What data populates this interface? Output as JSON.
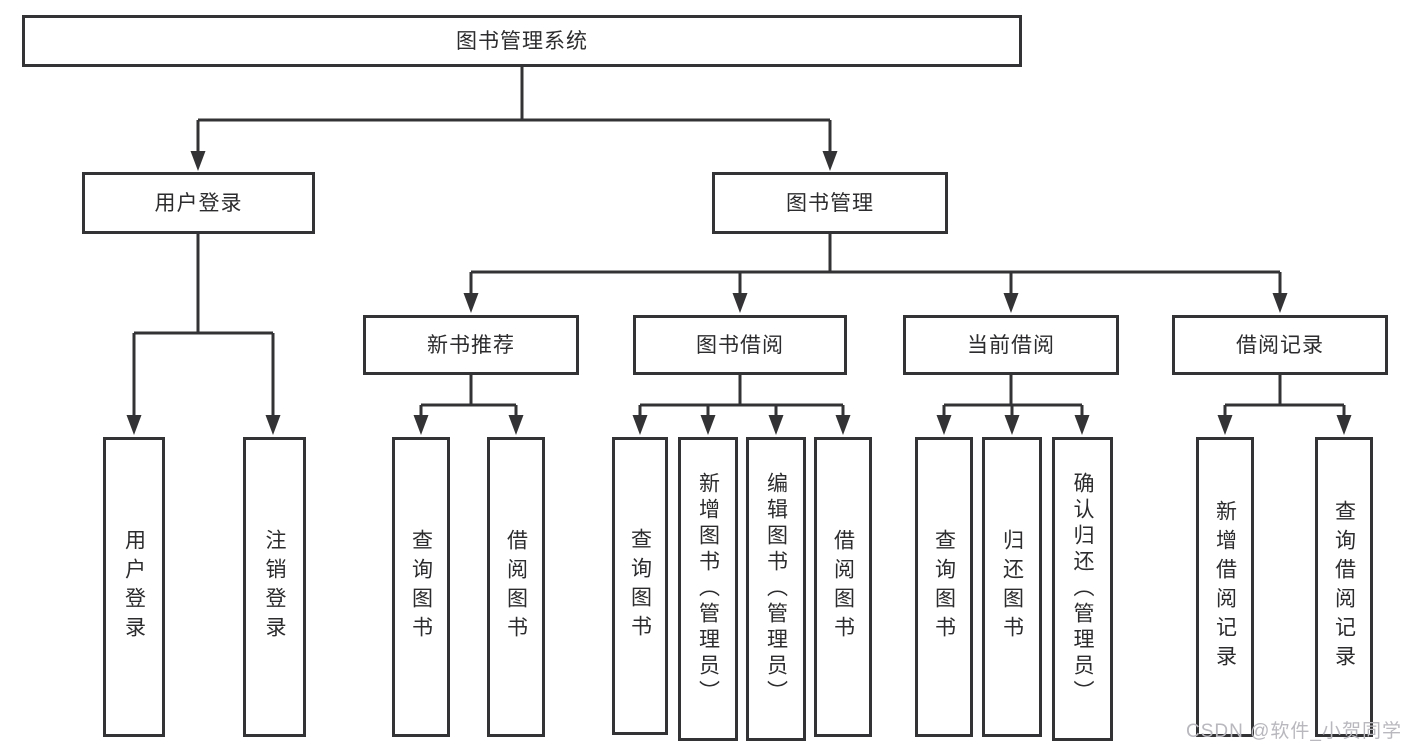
{
  "diagram": {
    "tree": {
      "label": "图书管理系统",
      "children": [
        {
          "label": "用户登录",
          "children": [
            {
              "label": "用户登录"
            },
            {
              "label": "注销登录"
            }
          ]
        },
        {
          "label": "图书管理",
          "children": [
            {
              "label": "新书推荐",
              "children": [
                {
                  "label": "查询图书"
                },
                {
                  "label": "借阅图书"
                }
              ]
            },
            {
              "label": "图书借阅",
              "children": [
                {
                  "label": "查询图书"
                },
                {
                  "label": "新增图书（管理员）"
                },
                {
                  "label": "编辑图书（管理员）"
                },
                {
                  "label": "借阅图书"
                }
              ]
            },
            {
              "label": "当前借阅",
              "children": [
                {
                  "label": "查询图书"
                },
                {
                  "label": "归还图书"
                },
                {
                  "label": "确认归还（管理员）"
                }
              ]
            },
            {
              "label": "借阅记录",
              "children": [
                {
                  "label": "新增借阅记录"
                },
                {
                  "label": "查询借阅记录"
                }
              ]
            }
          ]
        }
      ]
    }
  },
  "watermark": {
    "text": "CSDN @软件_小贺同学"
  },
  "colors": {
    "line": "#333335",
    "text": "#2c2c2e",
    "background": "#ffffff",
    "watermark": "#b8b8be"
  }
}
